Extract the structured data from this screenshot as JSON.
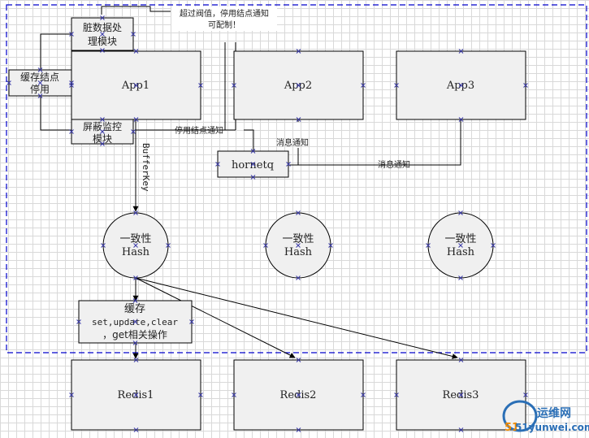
{
  "colors": {
    "box_fill": "#f0f0f0",
    "stroke": "#000000",
    "boundary": "#0000cc",
    "handle": "#3a3aa8",
    "watermark_blue": "#2b6fb6",
    "watermark_orange": "#f08a00"
  },
  "nodes": {
    "app1": "App1",
    "app2": "App2",
    "app3": "App3",
    "dirty": [
      "脏数据处",
      "理模块"
    ],
    "cache_disable": [
      "缓存结点",
      "停用"
    ],
    "mask": [
      "屏蔽监控",
      "模块"
    ],
    "hornetq": "hornetq",
    "hash1": [
      "一致性",
      "Hash"
    ],
    "hash2": [
      "一致性",
      "Hash"
    ],
    "hash3": [
      "一致性",
      "Hash"
    ],
    "cache_ops": [
      "缓存",
      "set,update,clear",
      "，get相关操作"
    ],
    "redis1": "Redis1",
    "redis2": "Redis2",
    "redis3": "Redis3"
  },
  "labels": {
    "threshold_note": [
      "超过阀值，停用结点通知",
      "可配制！"
    ],
    "stop_notify": "停用结点通知",
    "msg_notify_1": "消息通知",
    "msg_notify_2": "消息通知",
    "buffer_key": "BufferKey"
  },
  "watermark": {
    "site_cn": "运维网",
    "domain": "51yunwei.com",
    "number": "51"
  }
}
